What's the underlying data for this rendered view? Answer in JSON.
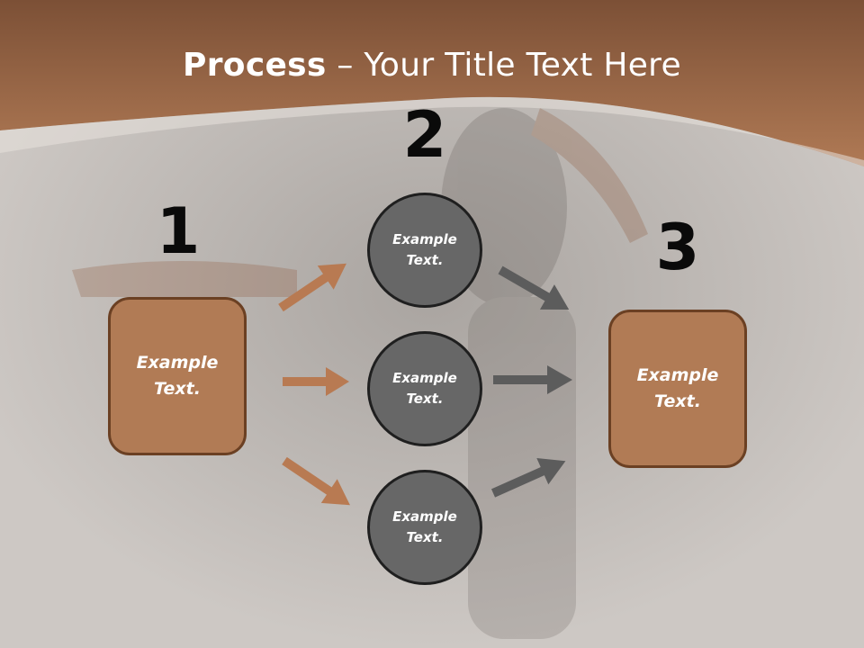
{
  "header": {
    "title_bold": "Process",
    "title_rest": " – Your Title Text Here"
  },
  "steps": {
    "one": {
      "number": "1",
      "box_text": "Example Text."
    },
    "two": {
      "number": "2",
      "circles": [
        "Example Text.",
        "Example Text.",
        "Example Text."
      ]
    },
    "three": {
      "number": "3",
      "box_text": "Example Text."
    }
  },
  "colors": {
    "header_brown": "#a26a45",
    "box_fill": "#b17b55",
    "box_border": "#6b4023",
    "circle_fill": "#676767",
    "orange_arrow": "#b87a52",
    "gray_arrow": "#5c5c5c"
  }
}
